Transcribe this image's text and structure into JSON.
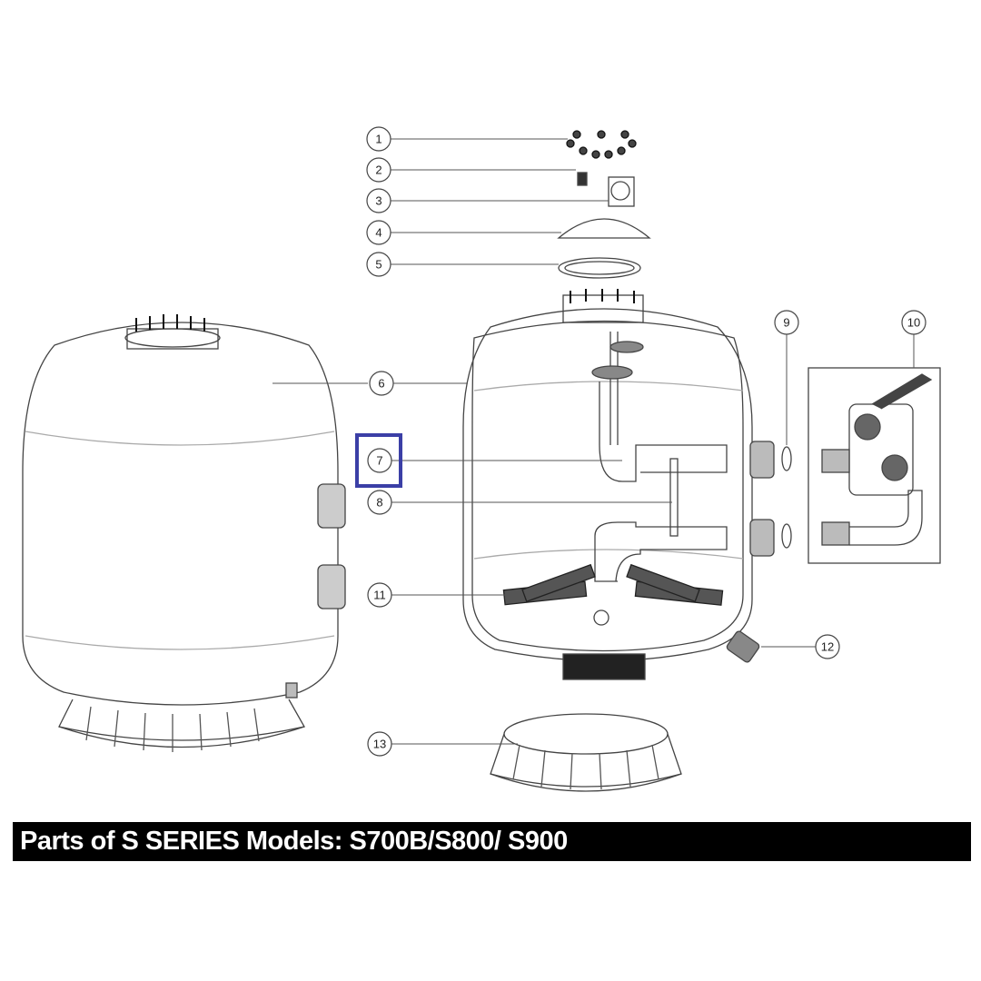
{
  "caption": "Parts of S SERIES Models: S700B/S800/ S900",
  "callouts": [
    "1",
    "2",
    "3",
    "4",
    "5",
    "6",
    "7",
    "8",
    "9",
    "10",
    "11",
    "12",
    "13"
  ],
  "highlighted_callout": "7",
  "colors": {
    "highlight": "#3b3fa6",
    "line": "#333333",
    "caption_bg": "#000000",
    "caption_text": "#ffffff"
  }
}
